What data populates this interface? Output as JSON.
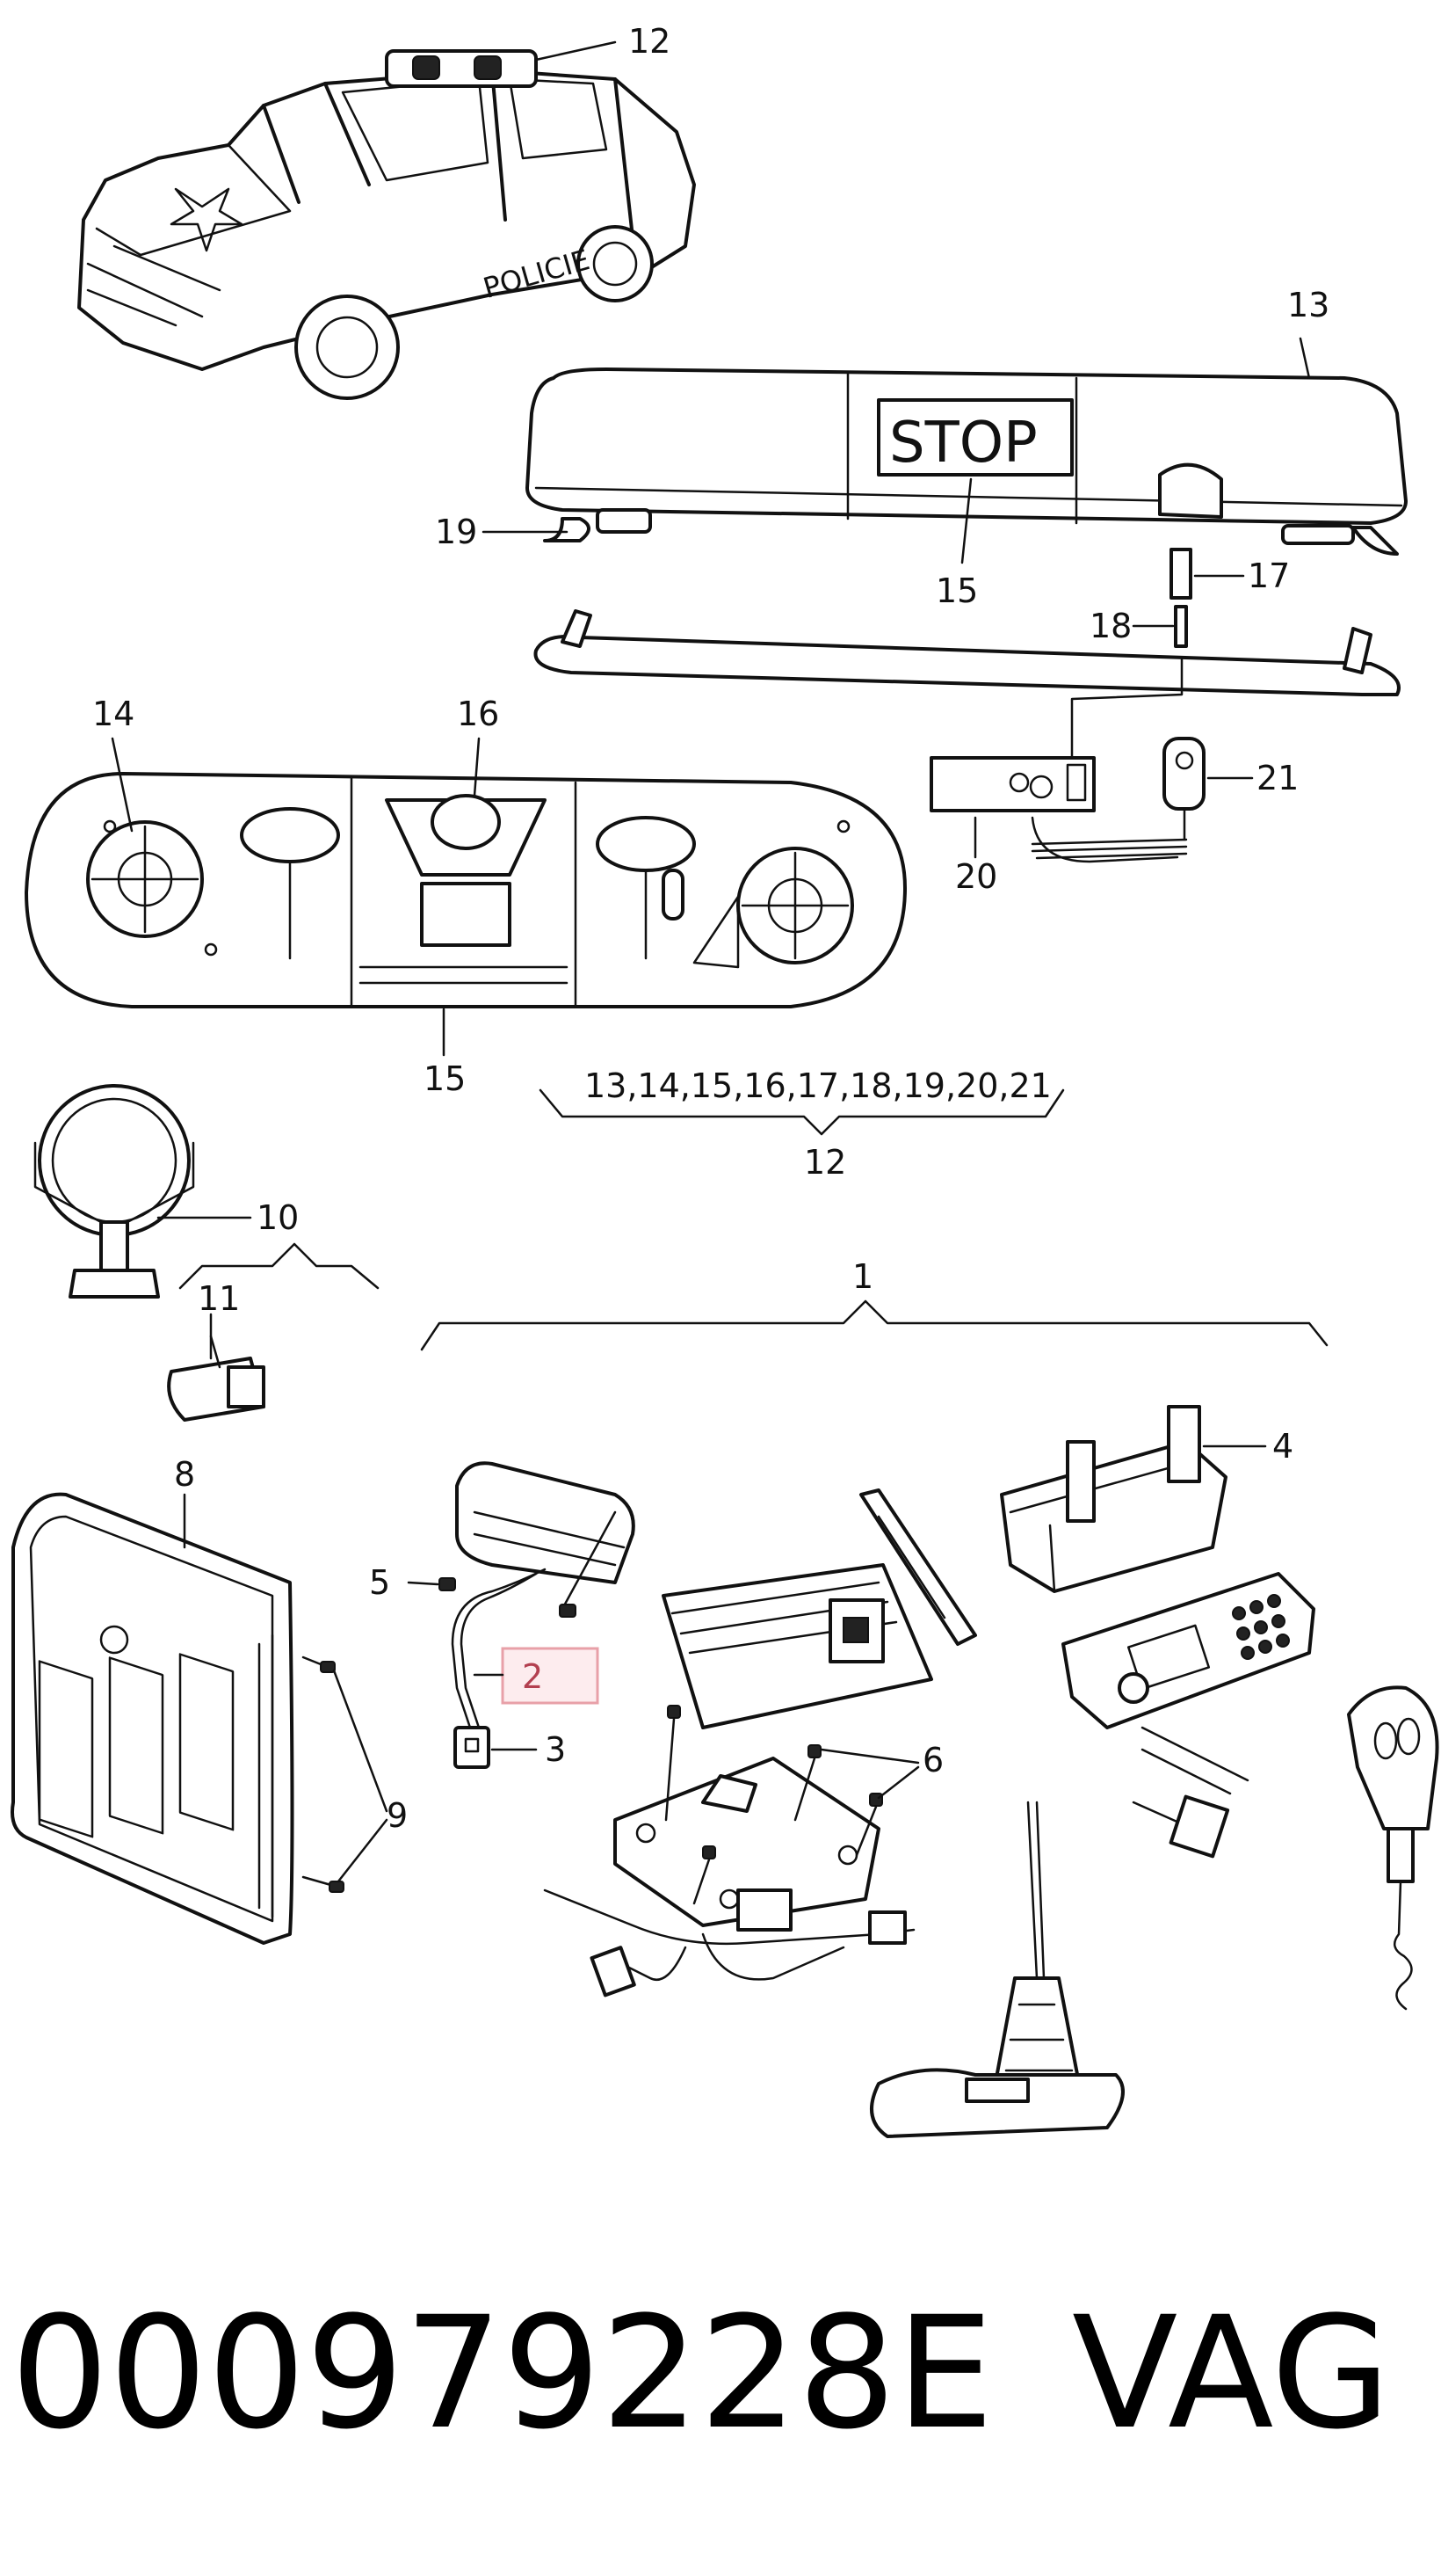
{
  "callouts": {
    "n12_top": "12",
    "n13": "13",
    "n19": "19",
    "n15_stop": "15",
    "n17": "17",
    "n18": "18",
    "n14": "14",
    "n16": "16",
    "n21": "21",
    "n20": "20",
    "n15_inner": "15",
    "group12_list": "13,14,15,16,17,18,19,20,21",
    "group12_label": "12",
    "n10": "10",
    "n11": "11",
    "group1_label": "1",
    "n4": "4",
    "n8": "8",
    "n5": "5",
    "n2": "2",
    "n3": "3",
    "n6": "6",
    "n9": "9"
  },
  "labels": {
    "car_text": "POLICIE",
    "stop_sign": "STOP"
  },
  "footer": {
    "part_number": "000979228E",
    "brand": "VAG"
  },
  "colors": {
    "line": "#111111",
    "highlight_box": "#e8a0a8",
    "highlight_fill": "#fdecee",
    "highlight_text": "#b34050"
  }
}
